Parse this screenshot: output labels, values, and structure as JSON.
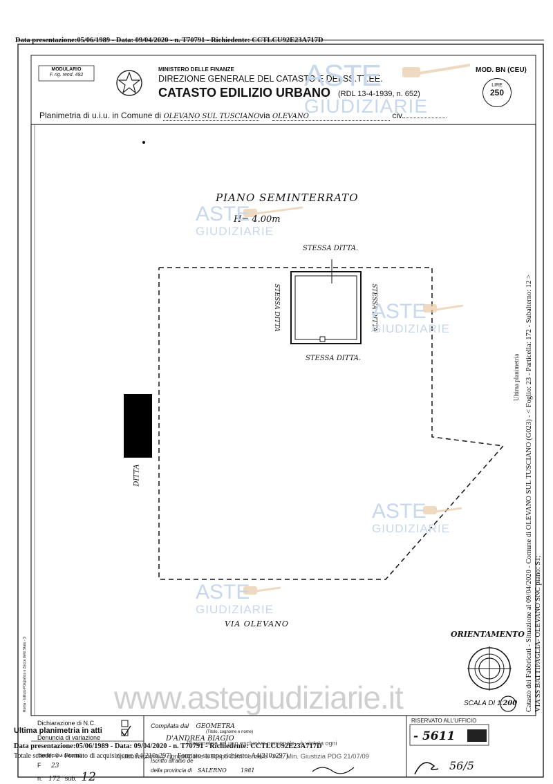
{
  "header": {
    "presentation_line": "Data presentazione:05/06/1989 - Data: 09/04/2020 - n. T70791 - Richiedente: CCTLCU92E23A717D"
  },
  "form": {
    "modulario_label": "MODULARIO",
    "modulario_sub": "F. rig. rend. 492",
    "ministry": "MINISTERO DELLE FINANZE",
    "directorate": "DIREZIONE GENERALE DEL CATASTO E DEI SS.TT.EE.",
    "catasto_title": "CATASTO EDILIZIO URBANO",
    "law_ref": "(RDL 13-4-1939, n. 652)",
    "mod_label": "MOD. BN (CEU)",
    "lire_label": "LIRE",
    "lire_value": "250",
    "planimetria_prefix": "Planimetria di u.i.u. in Comune di",
    "comune_value": "OLEVANO SUL TUSCIANO",
    "via_label": "via",
    "via_value": "OLEVANO",
    "civ_label": "civ."
  },
  "drawing": {
    "floor_title": "PIANO SEMINTERRATO",
    "height_label": "H= 4.00m",
    "top_neighbor": "STESSA DITTA.",
    "bottom_neighbor": "STESSA DITTA.",
    "left_inner": "STESSA DITTA",
    "right_inner": "STESSA DITTA",
    "left_outer": "DITTA",
    "street_label": "VIA OLEVANO",
    "orientation_label": "ORIENTAMENTO",
    "scale_label": "SCALA DI 1:",
    "scale_value": "200"
  },
  "side_text": {
    "line1": "Catasto dei Fabbricati - Situazione al 09/04/2020 - Comune di OLEVANO SUL TUSCIANO (G023) - < Foglio: 23 - Particella: 172 - Subalterno: 12 >",
    "line2": "VIA SS BATTIPAGLIA- OLEVANO SNC piano: S1;",
    "rotated_small": "Ultima planimetria in atti",
    "printer_note": "Roma - Istituto Poligrafico e Zecca dello Stato - S"
  },
  "watermarks": {
    "brand": "ASTE",
    "sub": "GIUDIZIARIE",
    "site": "www.astegiudiziarie.it"
  },
  "footer": {
    "dichiarazione": "Dichiarazione di N.C.",
    "denuncia": "Denuncia di variazione",
    "identificativi": "Identificativi catastali",
    "foglio_label": "F",
    "foglio_value": "23",
    "particella_label": "n.",
    "particella_value": "172",
    "sub_label": "sub.",
    "sub_value": "12",
    "compilata_label": "Compilata dal",
    "compilata_value": "GEOMETRA",
    "titolo_note": "(Titolo, cognome e nome)",
    "name_value": "D'ANDREA BIAGIO",
    "iscritto_label": "Iscritto all'albo de",
    "provincia_label": "della provincia di",
    "provincia_value": "SALERNO",
    "year_value": "1981",
    "riservato_label": "RISERVATO ALL'UFFICIO",
    "ufficio_value": "- 5611",
    "fraction": "56/5",
    "ultima": "Ultima planimetria in atti",
    "presentation_line2": "Data presentazione:05/06/1989 - Data: 09/04/2020 - n. T70791 - Richiedente: CCTLCU92E23A717D",
    "totale_schede": "Totale schede: 1 - Formato di acquisizione: A4(210x297) - Formato stampa richiesto: A4(210x297)",
    "copy_notice": "Planimetria ad uso esclusivo personale - è vietata ogni",
    "publication_notice": "ripubblicazione o riproduzione a scopo commerciale - Aut. Min. Giustizia PDG 21/07/09"
  },
  "colors": {
    "ink": "#111111",
    "watermark_blue": "#c7d7ec",
    "gavel_orange": "#e9c9a6",
    "redaction": "#000000"
  },
  "icons": [
    "emblem-icon",
    "gavel-icon",
    "compass-icon",
    "checkbox-icon"
  ]
}
